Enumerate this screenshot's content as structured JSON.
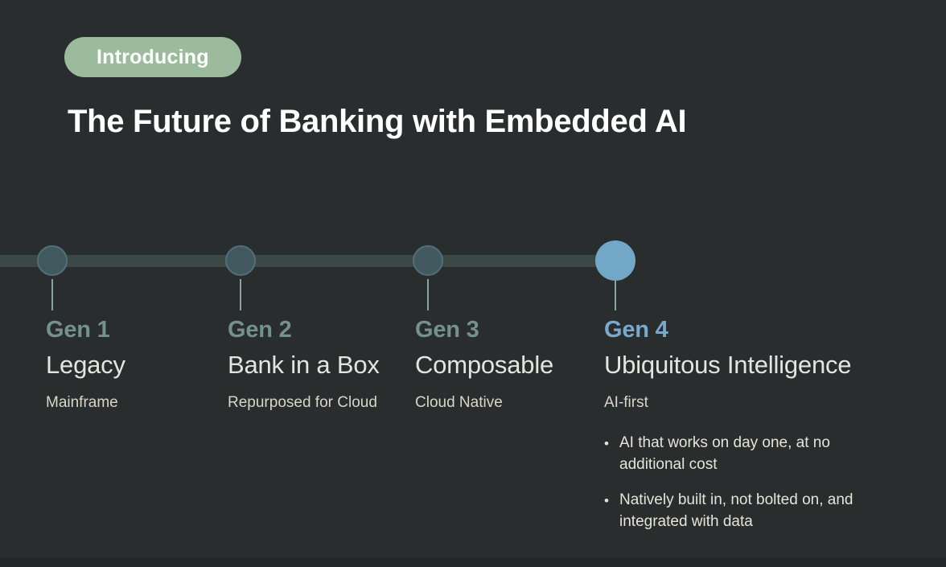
{
  "page": {
    "background_color": "#2a2d2e",
    "footer_strip_color": "#242728"
  },
  "badge": {
    "label": "Introducing",
    "bg_color": "#9cbb9c",
    "text_color": "#ffffff"
  },
  "title": "The Future of Banking with Embedded AI",
  "timeline": {
    "bar_color": "#3b4845",
    "node_fill_color": "#40585e",
    "node_border_color": "#50707a",
    "highlight_node_color": "#73a7c8",
    "tick_color": "#8ba59e",
    "heading_color": "#74918d",
    "highlight_heading_color": "#78aacb"
  },
  "generations": [
    {
      "heading": "Gen 1",
      "subtitle": "Legacy",
      "caption": "Mainframe",
      "highlight": false
    },
    {
      "heading": "Gen 2",
      "subtitle": "Bank in a Box",
      "caption": "Repurposed for Cloud",
      "highlight": false
    },
    {
      "heading": "Gen 3",
      "subtitle": "Composable",
      "caption": "Cloud Native",
      "highlight": false
    },
    {
      "heading": "Gen 4",
      "subtitle": "Ubiquitous Intelligence",
      "caption": "AI-first",
      "highlight": true,
      "bullets": [
        "AI that works on day one, at no additional cost",
        "Natively built in, not bolted on, and integrated with data"
      ]
    }
  ]
}
